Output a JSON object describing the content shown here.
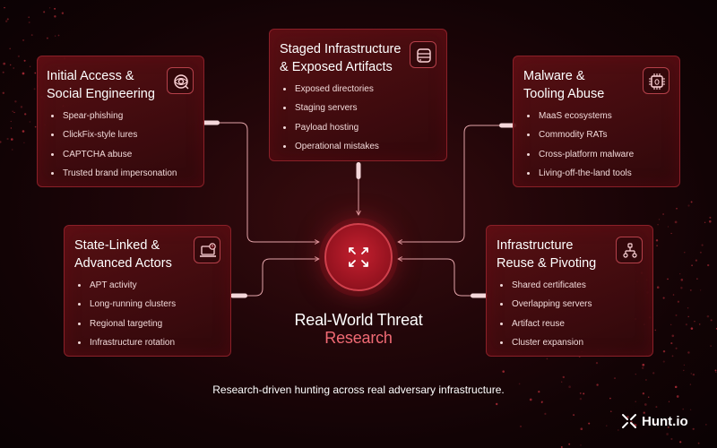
{
  "colors": {
    "background": "#140406",
    "card_border": "#8a2028",
    "accent": "#d23a47",
    "accent_text": "#f06a74",
    "connector": "#e2a3a8"
  },
  "cards": {
    "initial_access": {
      "icon": "eye-target-icon",
      "title_line1": "Initial Access &",
      "title_line2": "Social Engineering",
      "items": [
        "Spear-phishing",
        "ClickFix-style lures",
        "CAPTCHA abuse",
        "Trusted brand impersonation"
      ]
    },
    "staged_infra": {
      "icon": "storage-files-icon",
      "title_line1": "Staged Infrastructure",
      "title_line2": "& Exposed Artifacts",
      "items": [
        "Exposed directories",
        "Staging servers",
        "Payload hosting",
        "Operational mistakes"
      ]
    },
    "malware_tooling": {
      "icon": "bug-chip-icon",
      "title_line1": "Malware &",
      "title_line2": "Tooling Abuse",
      "items": [
        "MaaS ecosystems",
        "Commodity RATs",
        "Cross-platform malware",
        "Living-off-the-land tools"
      ]
    },
    "state_linked": {
      "icon": "laptop-alert-icon",
      "title_line1": "State-Linked &",
      "title_line2": "Advanced Actors",
      "items": [
        "APT activity",
        "Long-running clusters",
        "Regional targeting",
        "Infrastructure rotation"
      ]
    },
    "infra_reuse": {
      "icon": "network-pivot-icon",
      "title_line1": "Infrastructure",
      "title_line2": "Reuse & Pivoting",
      "items": [
        "Shared certificates",
        "Overlapping servers",
        "Artifact reuse",
        "Cluster expansion"
      ]
    }
  },
  "hub": {
    "icon": "converging-arrows-icon",
    "title_line1": "Real-World Threat",
    "title_line2": "Research"
  },
  "tagline": "Research-driven hunting across real adversary infrastructure.",
  "brand": {
    "icon": "hunt-logo-icon",
    "name": "Hunt.io"
  }
}
